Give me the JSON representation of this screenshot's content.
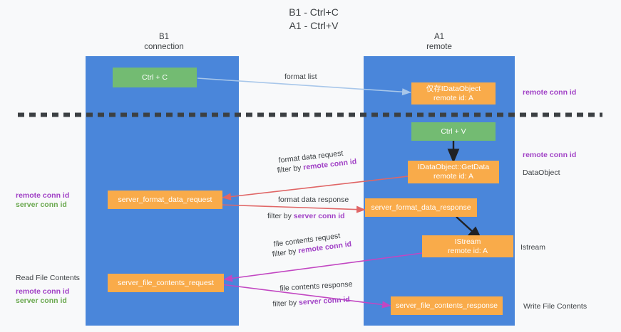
{
  "title": "B1 - Ctrl+C\nA1 - Ctrl+V",
  "colors": {
    "lane": "#4a86da",
    "node_green": "#73bb72",
    "node_orange": "#f9ab4a",
    "remote_conn_id": "#a142c6",
    "server_conn_id": "#6aa84f",
    "arrow_format_list": "#a8c7ea",
    "arrow_format_data": "#e06666",
    "arrow_file_contents": "#c247c2",
    "arrow_black": "#202124",
    "divider": "#3c4043",
    "background": "#f8f9fa"
  },
  "lanes": [
    {
      "id": "b1",
      "title": "B1\nconnection"
    },
    {
      "id": "a1",
      "title": "A1\nremote"
    }
  ],
  "nodes": {
    "ctrl_c": "Ctrl + C",
    "ctrl_v": "Ctrl + V",
    "remote_idataobject": "仅存IDataObject\nremote id: A",
    "idataobject_getdata": "IDataObject::GetData\nremote id: A",
    "server_format_data_request": "server_format_data_request",
    "server_format_data_response": "server_format_data_response",
    "istream": "IStream\nremote id: A",
    "server_file_contents_request": "server_file_contents_request",
    "server_file_contents_response": "server_file_contents_response"
  },
  "edges": {
    "format_list": "format list",
    "format_data_request": "format data request",
    "format_data_request_filter_prefix": "filter by ",
    "format_data_request_filter_value": "remote conn id",
    "format_data_response": "format data response",
    "format_data_response_filter_prefix": "filter by ",
    "format_data_response_filter_value": "server conn id",
    "file_contents_request": "file contents request",
    "file_contents_request_filter_prefix": "filter by ",
    "file_contents_request_filter_value": "remote conn id",
    "file_contents_response": "file contents response",
    "file_contents_response_filter_prefix": "filter by ",
    "file_contents_response_filter_value": "server conn id"
  },
  "right_labels": {
    "remote_conn_id_top": "remote conn id",
    "remote_conn_id_mid": "remote conn id",
    "data_object": "DataObject",
    "istream": "Istream",
    "write_file_contents": "Write File Contents"
  },
  "left_labels": {
    "remote_conn_id": "remote conn id",
    "server_conn_id": "server conn id",
    "read_file_contents": "Read File Contents",
    "remote_conn_id_2": "remote conn id",
    "server_conn_id_2": "server conn id"
  }
}
